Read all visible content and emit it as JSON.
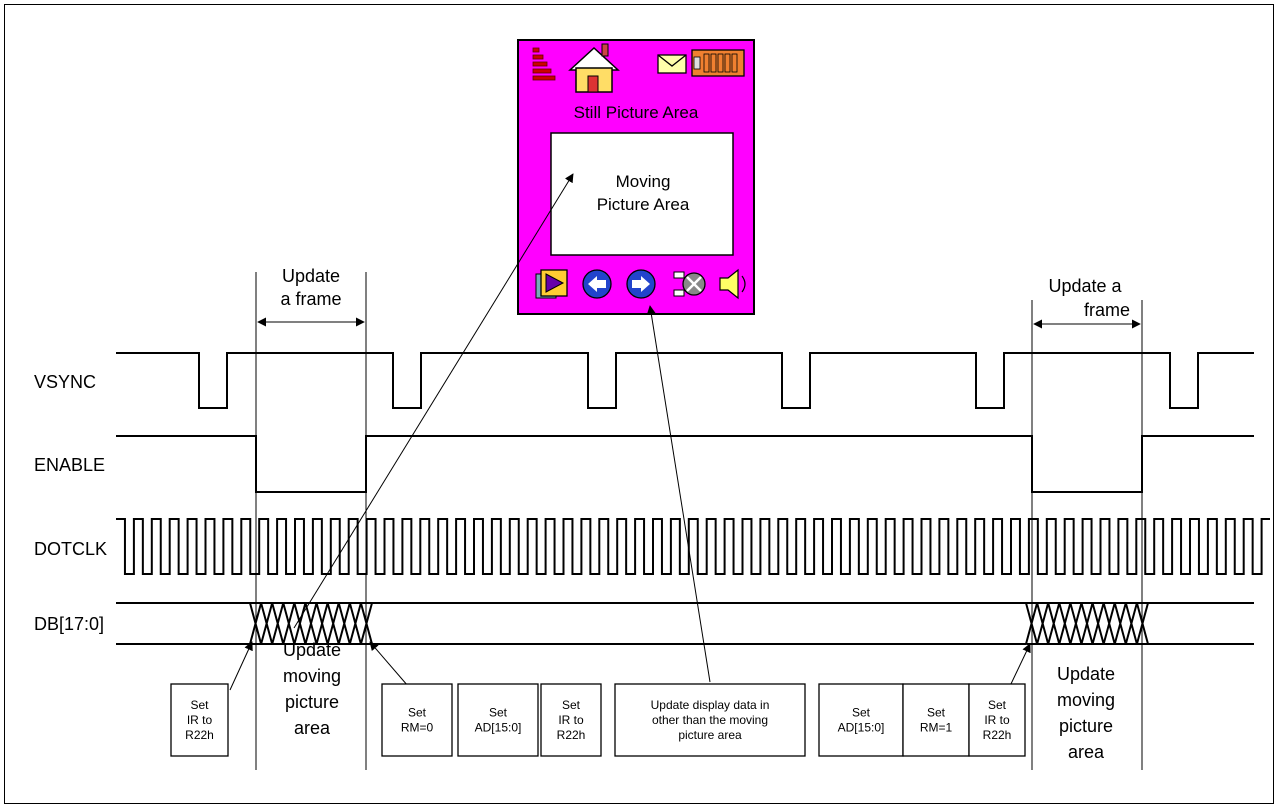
{
  "signals": {
    "vsync": "VSYNC",
    "enable": "ENABLE",
    "dotclk": "DOTCLK",
    "db": "DB[17:0]"
  },
  "phone": {
    "still_area": "Still Picture Area",
    "moving_area_line1": "Moving",
    "moving_area_line2": "Picture Area",
    "icons": [
      "signal-bars-icon",
      "home-icon",
      "mail-icon",
      "battery-icon",
      "play-icon",
      "back-arrow-icon",
      "forward-arrow-icon",
      "network-icon",
      "speaker-icon"
    ]
  },
  "annotations": {
    "update_frame_left": [
      "Update",
      "a frame"
    ],
    "update_frame_right": [
      "Update a",
      "frame"
    ],
    "update_moving_left": [
      "Update",
      "moving",
      "picture",
      "area"
    ],
    "update_moving_right": [
      "Update",
      "moving",
      "picture",
      "area"
    ]
  },
  "boxes": [
    {
      "lines": [
        "Set",
        "IR to",
        "R22h"
      ]
    },
    {
      "lines": [
        "Set",
        "RM=0"
      ]
    },
    {
      "lines": [
        "Set",
        "AD[15:0]"
      ]
    },
    {
      "lines": [
        "Set",
        "IR to",
        "R22h"
      ]
    },
    {
      "lines": [
        "Update display data in",
        "other than the moving",
        "picture area"
      ]
    },
    {
      "lines": [
        "Set",
        "AD[15:0]"
      ]
    },
    {
      "lines": [
        "Set",
        "RM=1"
      ]
    },
    {
      "lines": [
        "Set",
        "IR to",
        "R22h"
      ]
    }
  ],
  "colors": {
    "phone_bg": "#ff00ff",
    "phone_border": "#000000"
  }
}
